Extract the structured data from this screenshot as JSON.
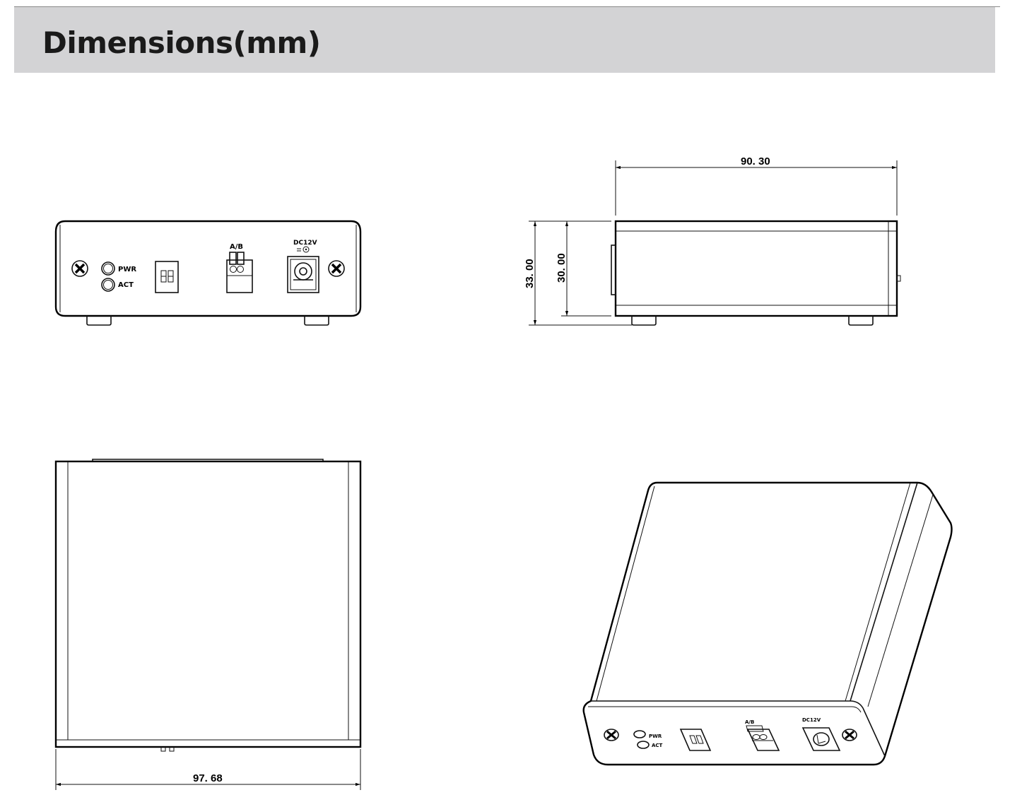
{
  "header": {
    "title": "Dimensions(mm)"
  },
  "front_view": {
    "led_labels": [
      "PWR",
      "ACT"
    ],
    "connector_label": "A/B",
    "power_label": "DC12V"
  },
  "side_view": {
    "length": "90. 30",
    "total_height": "33. 00",
    "body_height": "30. 00"
  },
  "top_view": {
    "width": "97. 68"
  },
  "iso_view": {
    "led_labels": [
      "PWR",
      "ACT"
    ],
    "connector_label": "A/B",
    "power_label": "DC12V"
  }
}
